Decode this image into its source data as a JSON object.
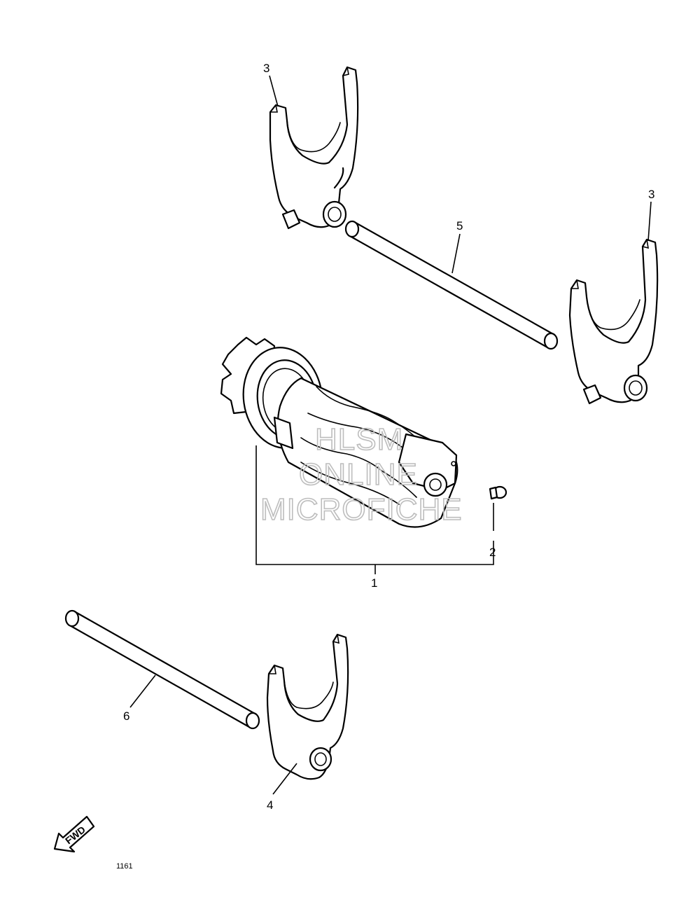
{
  "callouts": {
    "drum_assembly": "1",
    "screw": "2",
    "fork_top": "3",
    "fork_right": "3",
    "fork_bottom": "4",
    "fork_guide_bar_1": "5",
    "fork_guide_bar_2": "6"
  },
  "direction_marker": "FWD",
  "watermark": {
    "line1": "HLSM",
    "line2": "ONLINE",
    "line3": "MICROFICHE"
  },
  "figure_ref": "1161"
}
